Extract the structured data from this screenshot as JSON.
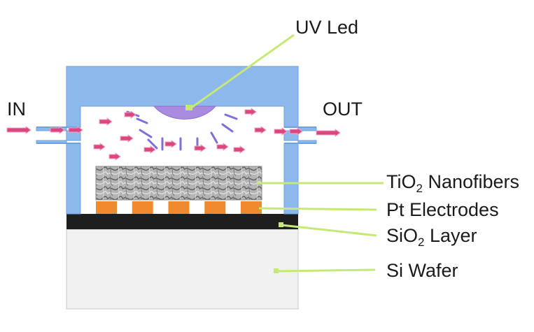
{
  "labels": {
    "uv_led": "UV Led",
    "inlet": "IN",
    "outlet": "OUT",
    "tio2": {
      "pre": "TiO",
      "sub": "2",
      "post": " Nanofibers"
    },
    "pt": "Pt Electrodes",
    "sio2": {
      "pre": "SiO",
      "sub": "2",
      "post": " Layer"
    },
    "si": "Si Wafer"
  },
  "colors": {
    "housing": "#8db8ec",
    "led": "#a98be0",
    "flow_arrow": "#d8477e",
    "pointer": "#c6e878",
    "electrode": "#f08a2e",
    "sio2": "#1e1e1e",
    "wafer": "#f1f1f1",
    "uv_ray": "#7f6fd8",
    "nanofiber": "#9a9a9a"
  },
  "electrode_count": 5,
  "flow_arrow_count": 18,
  "uv_ray_count": 10
}
